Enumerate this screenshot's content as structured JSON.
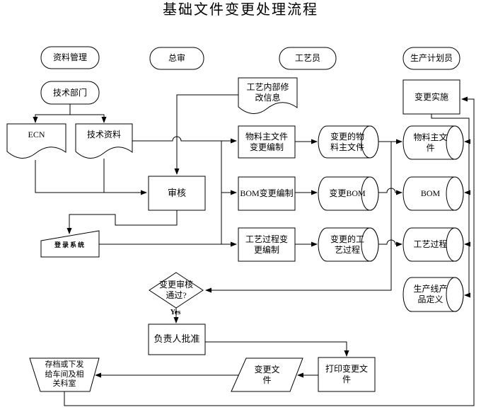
{
  "title": "基础文件变更处理流程",
  "colors": {
    "line": "#000000",
    "background": "#ffffff"
  },
  "lanes": {
    "data_management": "资料管理",
    "chief_review": "总审",
    "process_engineer": "工艺员",
    "production_planner": "生产计划员"
  },
  "nodes": {
    "tech_department": "技术部门",
    "ecn": "ECN",
    "tech_data": "技术资料",
    "process_internal_mod_info": "工艺内部修\n改信息",
    "review": "审核",
    "login_system": "登录系统",
    "material_master_change_edit": "物料主文件\n变更编制",
    "bom_change_edit": "BOM变更编制",
    "process_change_edit": "工艺过程变\n更编制",
    "changed_material_master": "变更的物\n料主文件",
    "changed_bom": "变更BOM",
    "changed_process": "变更的工\n艺过程",
    "change_implement": "变更实施",
    "material_master": "物料主文\n件",
    "bom": "BOM",
    "process": "工艺过程",
    "production_line_product_def": "生产线产\n品定义",
    "change_review_pass": "变更审核\n通过?",
    "yes_label": "Yes",
    "approver_approve": "负责人批准",
    "print_change_doc": "打印变更文\n件",
    "change_doc": "变更文\n件",
    "archive_distribute": "存档或下发\n给车间及相\n关科室"
  }
}
